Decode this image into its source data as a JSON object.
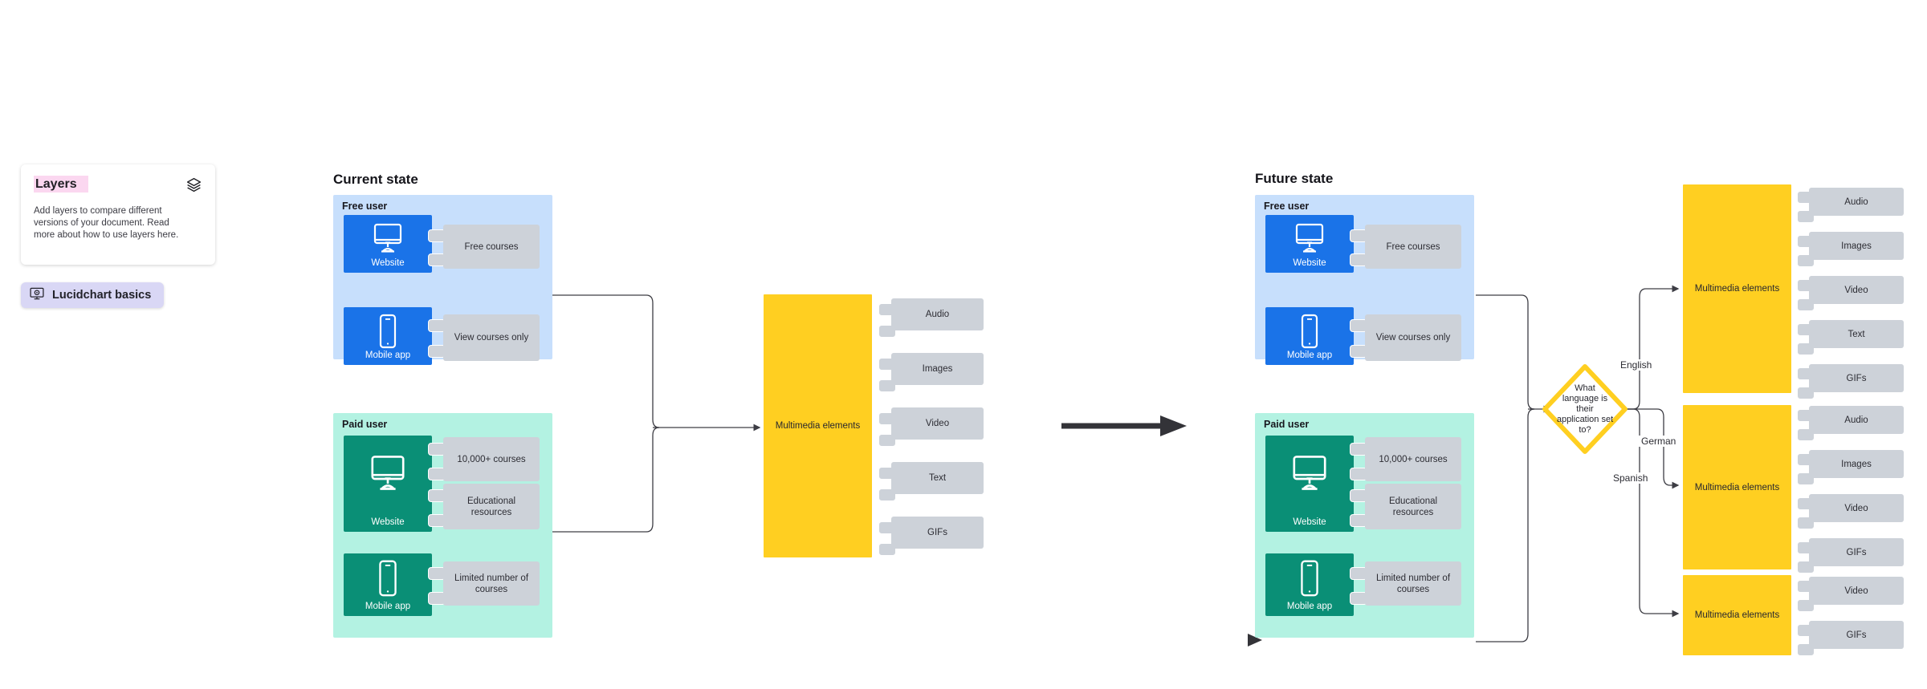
{
  "panel": {
    "layers_card": {
      "title": "Layers",
      "body": "Add layers to compare different versions of your document. Read more about how to use layers here.",
      "icon": "layers-stack-icon",
      "highlight_color": "#fbd7f0"
    },
    "basics_button": {
      "label": "Lucidchart basics",
      "icon": "monitor-play-icon",
      "background": "#d9d7f5"
    }
  },
  "colors": {
    "free_group": "#c7dffc",
    "paid_group": "#b3f2e2",
    "device_blue": "#1a73e8",
    "device_green": "#0a8f76",
    "feature_grey": "#cdd2d9",
    "multimedia_yellow": "#ffcf21",
    "connector": "#3d3d44"
  },
  "sections": [
    {
      "id": "current-state",
      "title": "Current state",
      "groups": [
        {
          "id": "free-user",
          "label": "Free user",
          "devices": [
            {
              "id": "website",
              "label": "Website",
              "icon": "monitor-icon",
              "features": [
                {
                  "text": "Free courses"
                }
              ]
            },
            {
              "id": "mobile-app",
              "label": "Mobile app",
              "icon": "phone-icon",
              "features": [
                {
                  "text": "View courses only"
                }
              ]
            }
          ]
        },
        {
          "id": "paid-user",
          "label": "Paid user",
          "devices": [
            {
              "id": "website",
              "label": "Website",
              "icon": "monitor-icon",
              "features": [
                {
                  "text": "10,000+ courses"
                },
                {
                  "text": "Educational resources"
                }
              ]
            },
            {
              "id": "mobile-app",
              "label": "Mobile app",
              "icon": "phone-icon",
              "features": [
                {
                  "text": "Limited number of courses"
                }
              ]
            }
          ]
        }
      ],
      "multimedia": [
        {
          "id": "mm-current",
          "label": "Multimedia elements",
          "items": [
            "Audio",
            "Images",
            "Video",
            "Text",
            "GIFs"
          ]
        }
      ]
    },
    {
      "id": "future-state",
      "title": "Future state",
      "groups": [
        {
          "id": "free-user",
          "label": "Free user",
          "devices": [
            {
              "id": "website",
              "label": "Website",
              "icon": "monitor-icon",
              "features": [
                {
                  "text": "Free courses"
                }
              ]
            },
            {
              "id": "mobile-app",
              "label": "Mobile app",
              "icon": "phone-icon",
              "features": [
                {
                  "text": "View courses only"
                }
              ]
            }
          ]
        },
        {
          "id": "paid-user",
          "label": "Paid user",
          "devices": [
            {
              "id": "website",
              "label": "Website",
              "icon": "monitor-icon",
              "features": [
                {
                  "text": "10,000+ courses"
                },
                {
                  "text": "Educational resources"
                }
              ]
            },
            {
              "id": "mobile-app",
              "label": "Mobile app",
              "icon": "phone-icon",
              "features": [
                {
                  "text": "Limited number of courses"
                }
              ]
            }
          ]
        }
      ],
      "decision": {
        "id": "language-decision",
        "text": "What language is their application set to?",
        "border_color": "#ffcf21",
        "branches": [
          "English",
          "German",
          "Spanish"
        ]
      },
      "multimedia": [
        {
          "id": "mm-english",
          "label": "Multimedia elements",
          "items": [
            "Audio",
            "Images",
            "Video",
            "Text",
            "GIFs"
          ]
        },
        {
          "id": "mm-german",
          "label": "Multimedia elements",
          "items": [
            "Audio",
            "Images",
            "Video",
            "GIFs"
          ]
        },
        {
          "id": "mm-spanish",
          "label": "Multimedia elements",
          "items": [
            "Video",
            "GIFs"
          ]
        }
      ]
    }
  ],
  "transition_arrow": {
    "id": "state-transition-arrow",
    "label": ""
  }
}
